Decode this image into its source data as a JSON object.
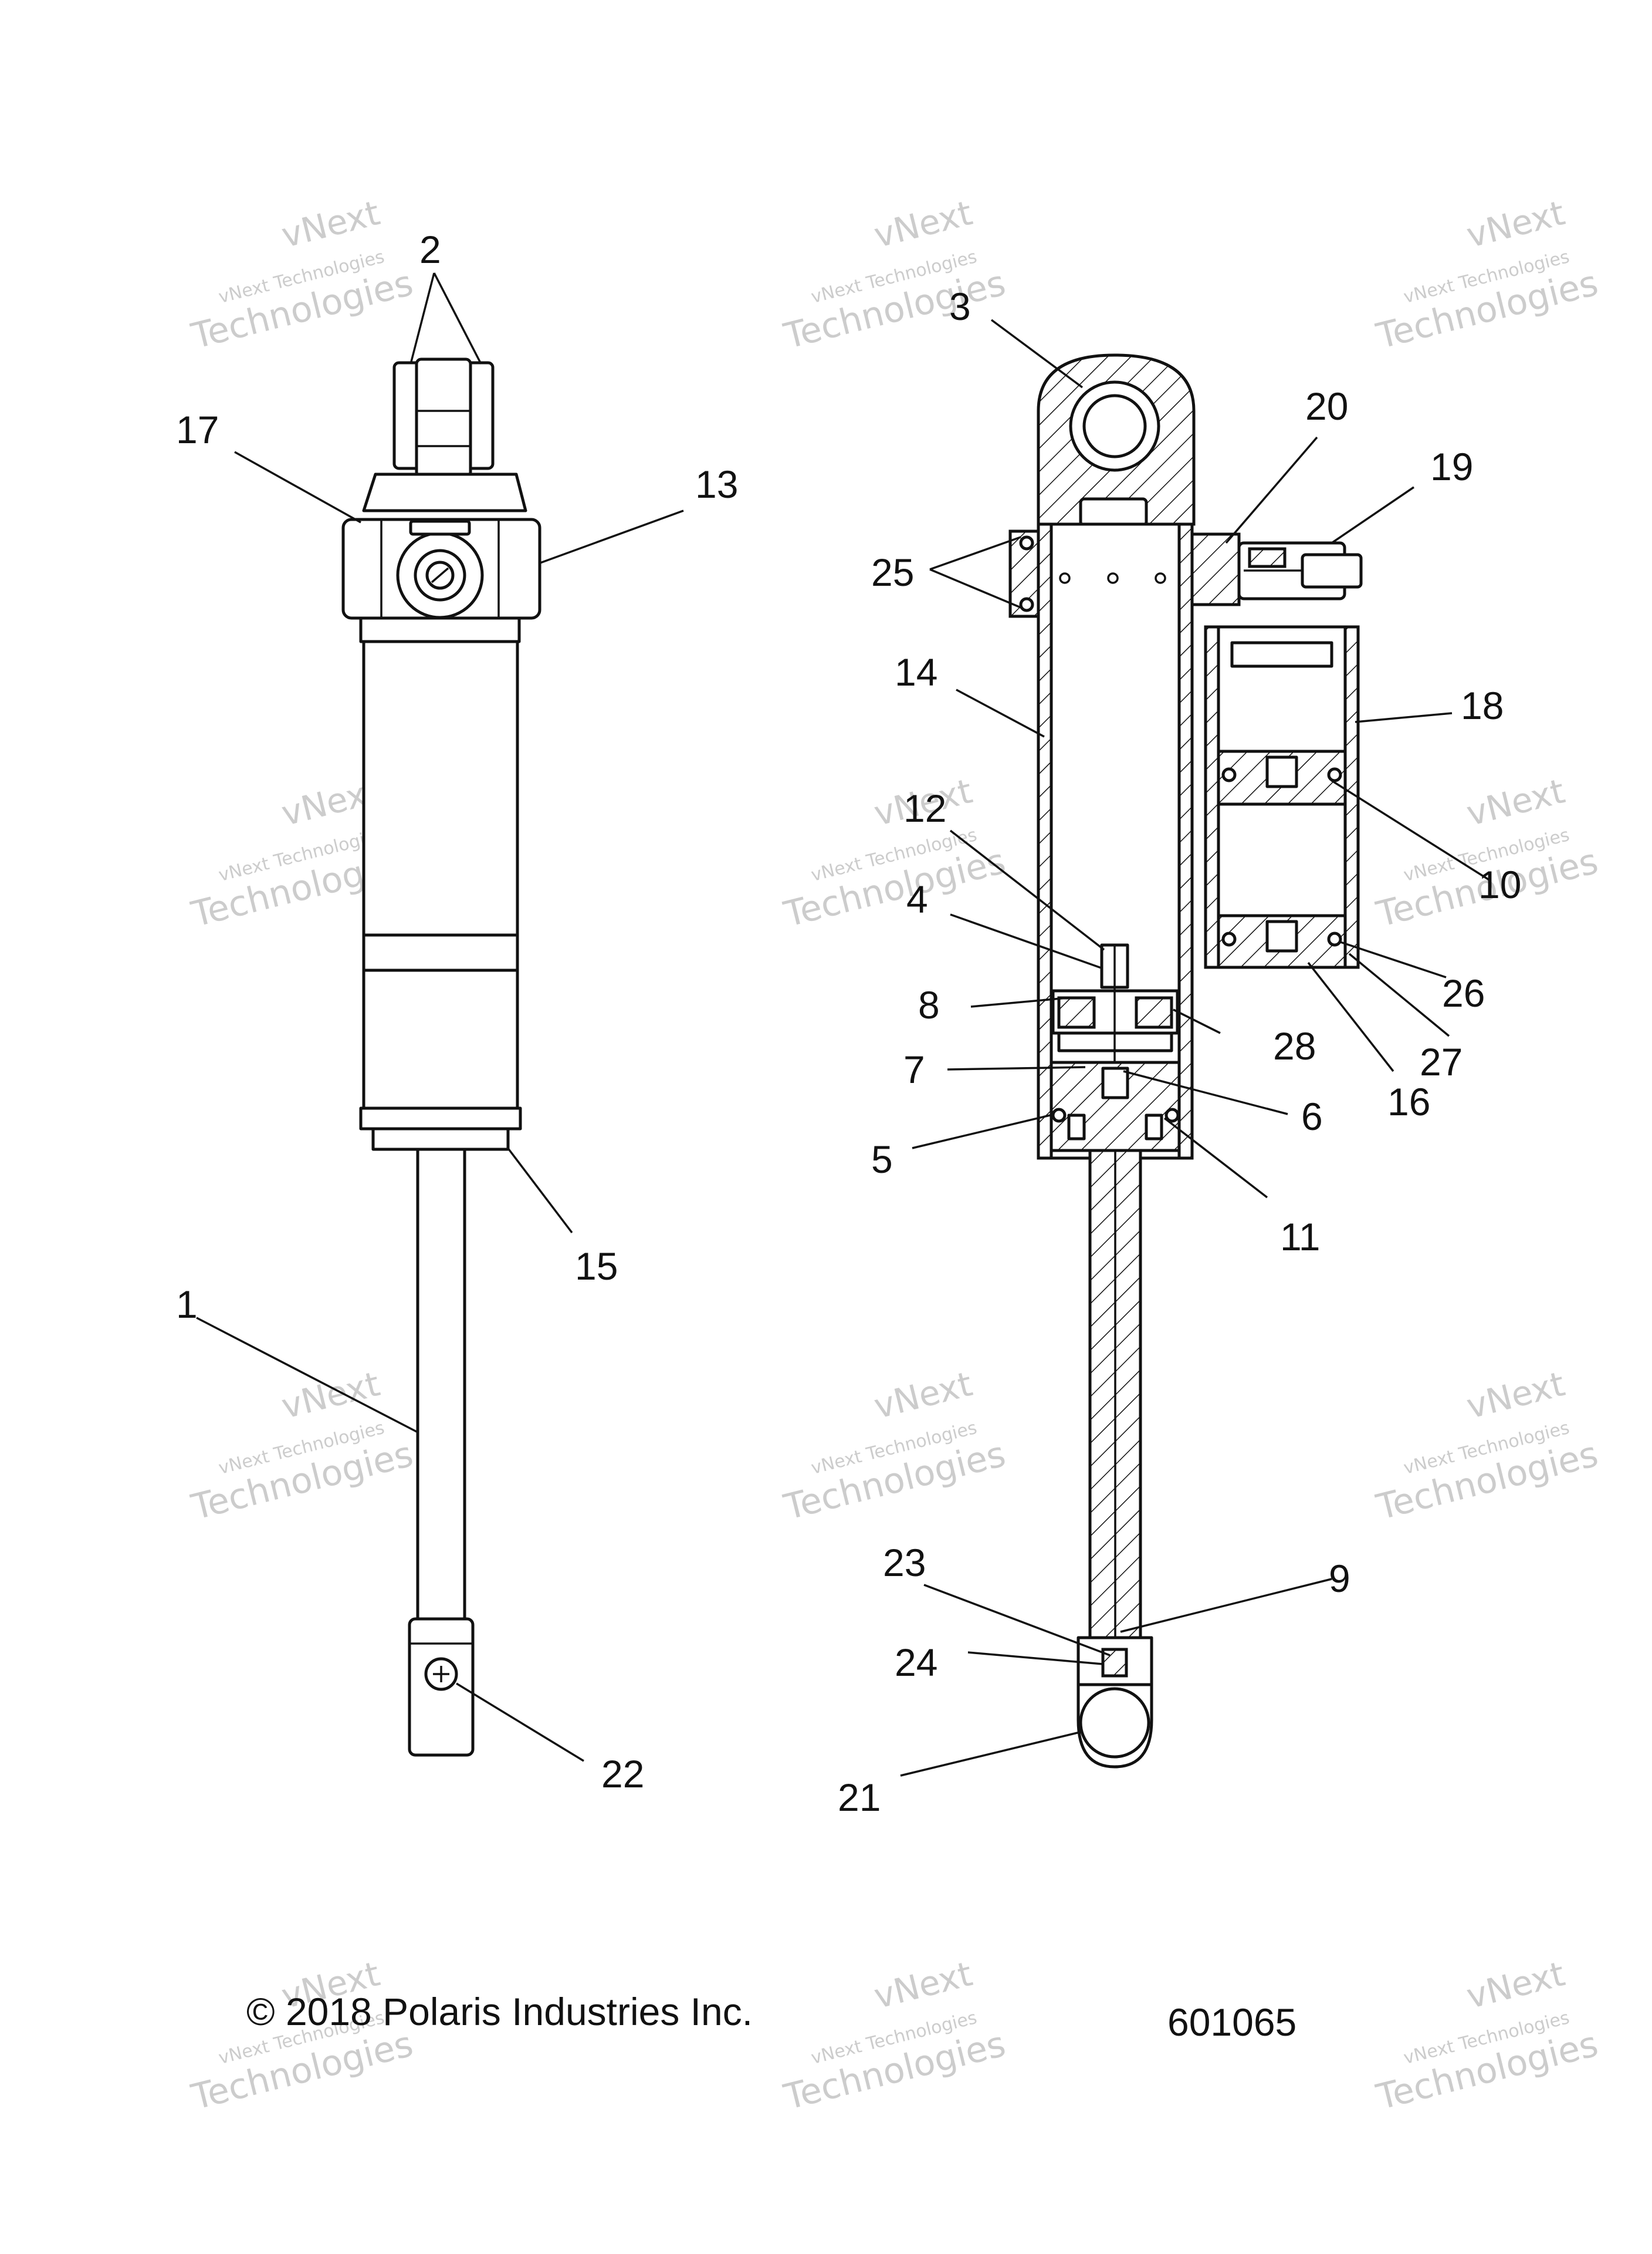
{
  "callouts": {
    "c1": "1",
    "c2": "2",
    "c3": "3",
    "c4": "4",
    "c5": "5",
    "c6": "6",
    "c7": "7",
    "c8": "8",
    "c9": "9",
    "c10": "10",
    "c11": "11",
    "c12": "12",
    "c13": "13",
    "c14": "14",
    "c15": "15",
    "c16": "16",
    "c17": "17",
    "c18": "18",
    "c19": "19",
    "c20": "20",
    "c21": "21",
    "c22": "22",
    "c23": "23",
    "c24": "24",
    "c25": "25",
    "c26": "26",
    "c27": "27",
    "c28": "28"
  },
  "footer": {
    "copyright": "© 2018 Polaris Industries Inc.",
    "drawing_number": "601065"
  },
  "watermark": {
    "line_big": "vNext",
    "line_small": "vNext Technologies",
    "line_large": "Technologies"
  }
}
